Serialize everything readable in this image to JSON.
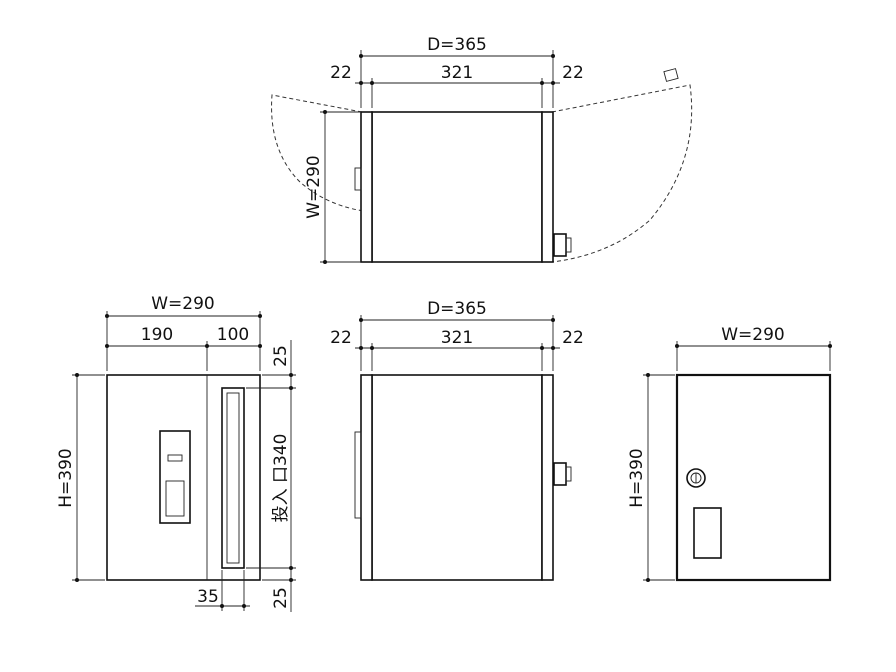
{
  "top_view": {
    "depth_total": "D=365",
    "depth_left": "22",
    "depth_middle": "321",
    "depth_right": "22",
    "width": "W=290"
  },
  "front_view": {
    "width_total": "W=290",
    "width_left": "190",
    "width_right": "100",
    "height": "H=390",
    "top_margin": "25",
    "bottom_margin": "25",
    "slot_label": "投入 口340",
    "slot_width": "35"
  },
  "side_view": {
    "depth_total": "D=365",
    "depth_left": "22",
    "depth_middle": "321",
    "depth_right": "22"
  },
  "back_view": {
    "width": "W=290",
    "height": "H=390"
  }
}
